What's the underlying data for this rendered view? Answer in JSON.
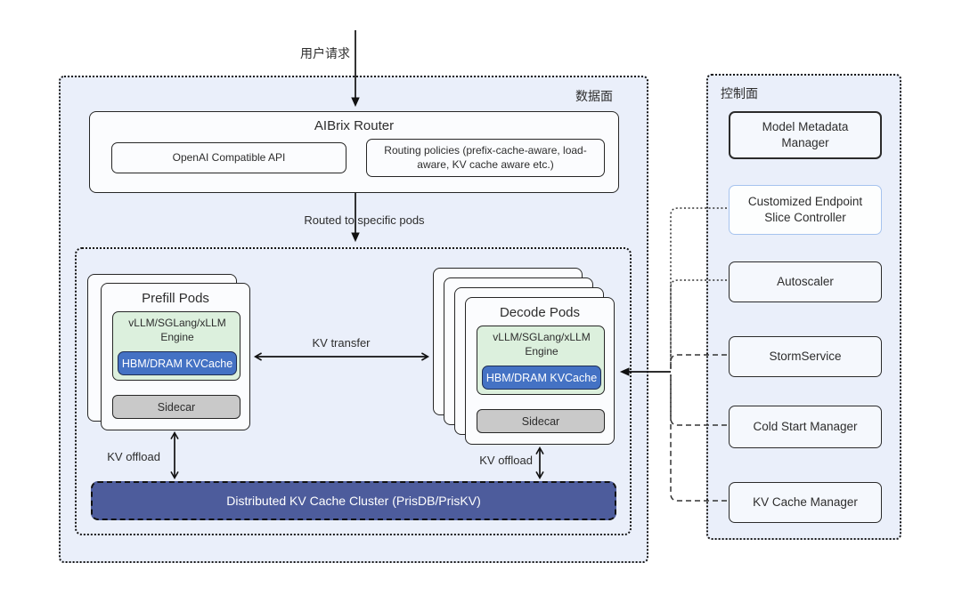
{
  "labels": {
    "user_request": "用户请求",
    "routed": "Routed to specific pods",
    "kv_transfer": "KV transfer",
    "kv_offload_left": "KV offload",
    "kv_offload_right": "KV offload"
  },
  "data_plane": {
    "title": "数据面",
    "router": {
      "title": "AIBrix Router",
      "api_box": "OpenAI Compatible API",
      "policies_box": "Routing policies  (prefix-cache-aware, load-aware, KV cache aware etc.)"
    },
    "prefill": {
      "title": "Prefill Pods",
      "engine": "vLLM/SGLang/xLLM Engine",
      "kvcache": "HBM/DRAM KVCache",
      "sidecar": "Sidecar"
    },
    "decode": {
      "title": "Decode Pods",
      "engine": "vLLM/SGLang/xLLM Engine",
      "kvcache": "HBM/DRAM KVCache",
      "sidecar": "Sidecar"
    },
    "cluster": "Distributed KV Cache Cluster (PrisDB/PrisKV)"
  },
  "control_plane": {
    "title": "控制面",
    "items": [
      "Model Metadata Manager",
      "Customized Endpoint Slice Controller",
      "Autoscaler",
      "StormService",
      "Cold Start Manager",
      "KV Cache Manager"
    ]
  },
  "colors": {
    "plane_background": "#eaeffa",
    "kvcache_blue": "#4472c4",
    "cluster_indigo": "#4d5c9c",
    "engine_green": "#dcf0dd",
    "sidecar_gray": "#c9c9c9",
    "highlight_border": "#a6c3ee",
    "line_black": "#111111"
  }
}
